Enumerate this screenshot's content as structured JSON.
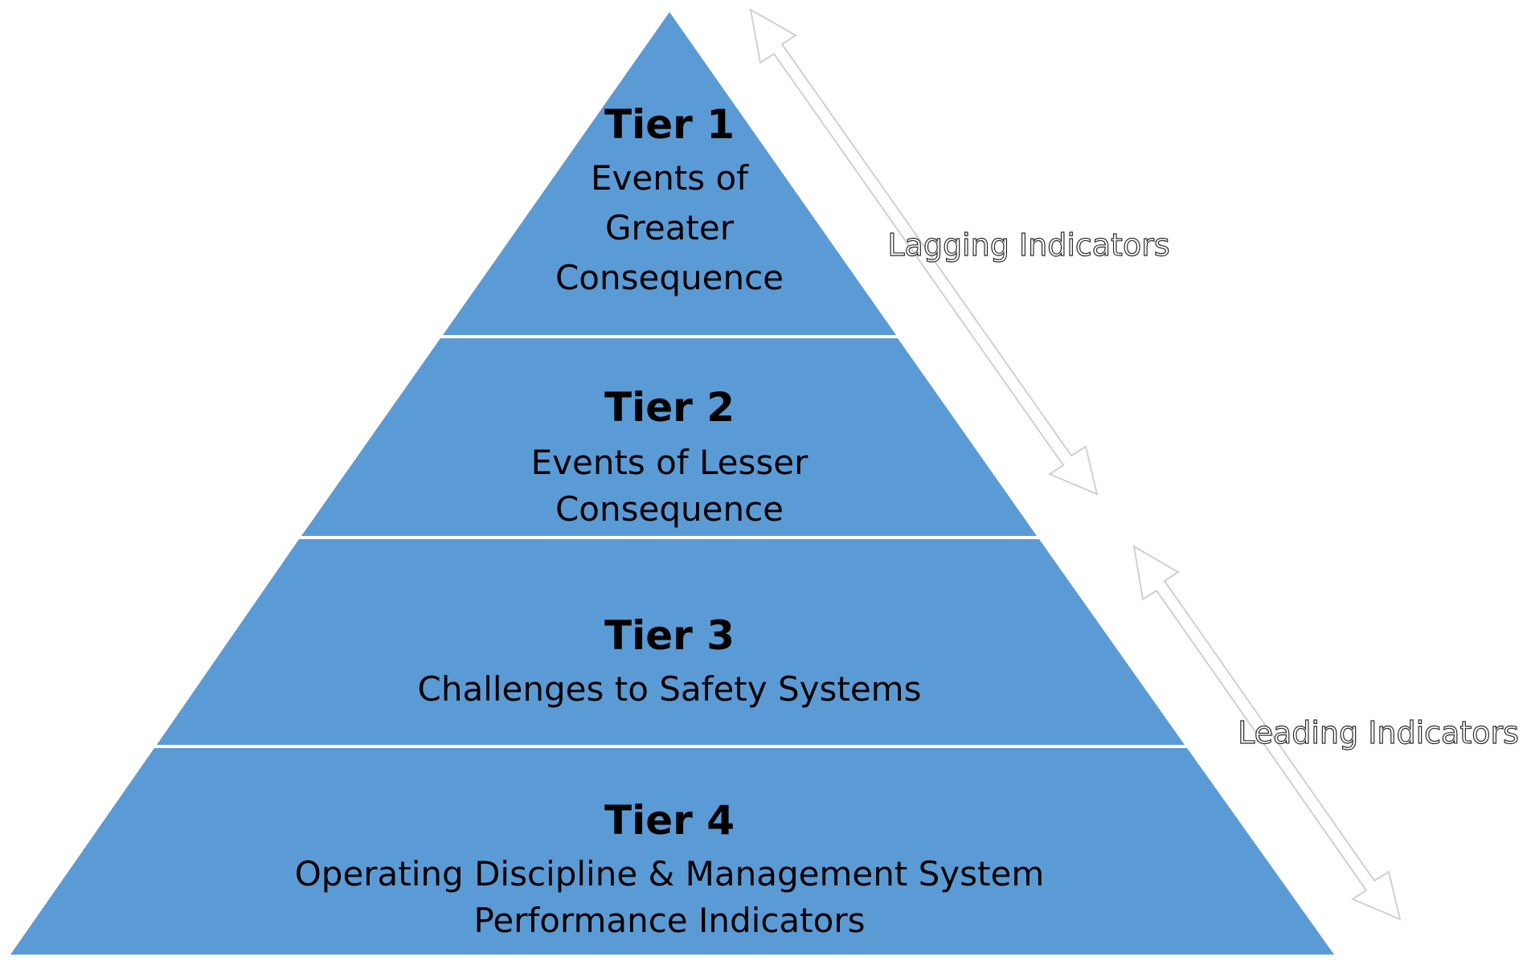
{
  "pyramid": {
    "fill_color": "#5b9bd5",
    "divider_color": "#ffffff",
    "tiers": [
      {
        "title": "Tier 1",
        "lines": [
          "Events of",
          "Greater",
          "Consequence"
        ]
      },
      {
        "title": "Tier 2",
        "lines": [
          "Events of Lesser",
          "Consequence"
        ]
      },
      {
        "title": "Tier 3",
        "lines": [
          "Challenges to Safety Systems"
        ]
      },
      {
        "title": "Tier 4",
        "lines": [
          "Operating Discipline & Management System",
          "Performance Indicators"
        ]
      }
    ]
  },
  "indicators": {
    "lagging": {
      "label": "Lagging Indicators"
    },
    "leading": {
      "label": "Leading Indicators"
    }
  }
}
